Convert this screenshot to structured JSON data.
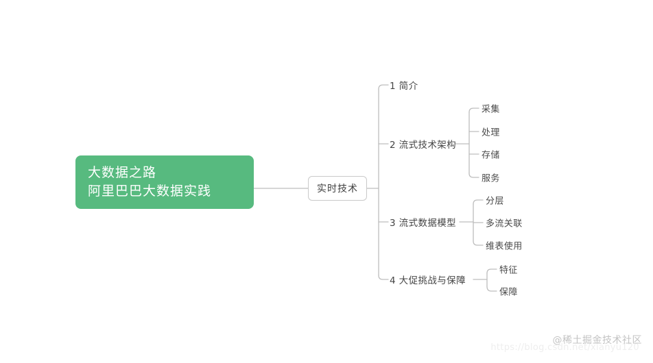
{
  "canvas": {
    "background": "#ffffff",
    "line_color": "#bdbdbd",
    "accent_green": "#57ba7f"
  },
  "root": {
    "line1": "大数据之路",
    "line2": "阿里巴巴大数据实践"
  },
  "center": {
    "label": "实时技术"
  },
  "branches": [
    {
      "label": "1 简介",
      "children": []
    },
    {
      "label": "2 流式技术架构",
      "children": [
        "采集",
        "处理",
        "存储",
        "服务"
      ]
    },
    {
      "label": "3 流式数据模型",
      "children": [
        "分层",
        "多流关联",
        "维表使用"
      ]
    },
    {
      "label": "4 大促挑战与保障",
      "children": [
        "特征",
        "保障"
      ]
    }
  ],
  "watermark": {
    "text": "@稀土掘金技术社区",
    "url": "https://blog.csdn.net/xianyu120"
  }
}
